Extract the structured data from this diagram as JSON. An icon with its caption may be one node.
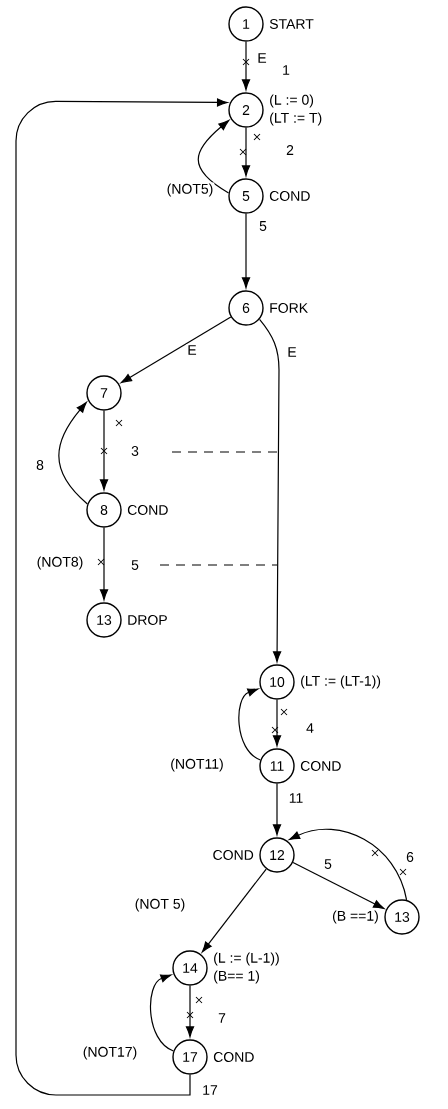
{
  "diagram": {
    "nodes": [
      {
        "text": [
          "1"
        ],
        "beside": [
          "START"
        ]
      },
      {
        "text": [
          "2"
        ],
        "beside": [
          "(L := 0)",
          "(LT := T)"
        ]
      },
      {
        "text": [
          "5"
        ],
        "beside": [
          "COND"
        ]
      },
      {
        "text": [
          "6"
        ],
        "beside": [
          "FORK"
        ]
      },
      {
        "text": [
          "7"
        ]
      },
      {
        "text": [
          "8"
        ],
        "beside": [
          "COND"
        ]
      },
      {
        "text": [
          "13"
        ],
        "beside": [
          "DROP"
        ]
      },
      {
        "text": [
          "10"
        ],
        "beside": [
          "(LT := (LT-1))"
        ]
      },
      {
        "text": [
          "11"
        ],
        "beside": [
          "COND"
        ]
      },
      {
        "text": [
          "12"
        ],
        "beside": [
          "COND"
        ]
      },
      {
        "text": [
          "13"
        ],
        "beside": [
          "(B ==1)"
        ]
      },
      {
        "text": [
          "14"
        ],
        "beside": [
          "(L := (L-1))",
          "(B== 1)"
        ]
      },
      {
        "text": [
          "17"
        ],
        "beside": [
          "COND"
        ]
      }
    ],
    "edges": [
      {
        "from": 0,
        "to": 1,
        "arrow": "to",
        "label": "E"
      },
      {
        "from": 1,
        "to": 2,
        "arrow": "to"
      },
      {
        "from": 2,
        "to": 1,
        "arrow": "to",
        "label": "(NOT5)"
      },
      {
        "from": 2,
        "to": 3,
        "arrow": "to",
        "label": "5"
      },
      {
        "from": 3,
        "to": 4,
        "arrow": "to",
        "label": "E"
      },
      {
        "from": 3,
        "to": 7,
        "arrow": "to",
        "label": "E"
      },
      {
        "from": 4,
        "to": 5,
        "arrow": "to"
      },
      {
        "from": 5,
        "to": 4,
        "arrow": "to",
        "label": "8"
      },
      {
        "from": 5,
        "to": 6,
        "arrow": "to",
        "label": "(NOT8)"
      },
      {
        "from": 7,
        "to": 8,
        "arrow": "to"
      },
      {
        "from": 8,
        "to": 7,
        "arrow": "to",
        "label": "(NOT11)"
      },
      {
        "from": 8,
        "to": 9,
        "arrow": "to",
        "label": "11"
      },
      {
        "from": 9,
        "to": 10,
        "arrow": "to",
        "label": "5"
      },
      {
        "from": 10,
        "to": 9,
        "arrow": "to"
      },
      {
        "from": 9,
        "to": 11,
        "arrow": "to",
        "label": "(NOT 5)"
      },
      {
        "from": 11,
        "to": 12,
        "arrow": "to"
      },
      {
        "from": 12,
        "to": 11,
        "arrow": "to",
        "label": "(NOT17)"
      },
      {
        "from": 12,
        "to": 1,
        "arrow": "to",
        "label": "17"
      }
    ],
    "labels": [
      "1",
      "2",
      "3",
      "5",
      "4",
      "6",
      "7"
    ]
  }
}
